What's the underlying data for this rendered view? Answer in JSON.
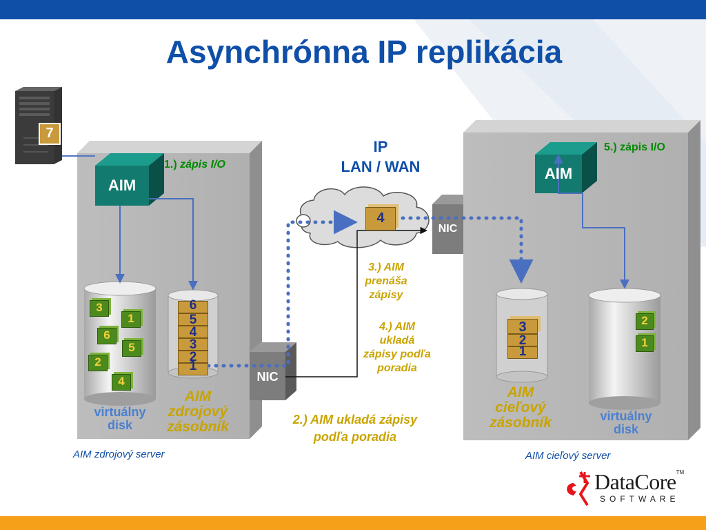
{
  "title": "Asynchrónna IP replikácia",
  "network": {
    "line1": "IP",
    "line2": "LAN / WAN"
  },
  "host": {
    "badge": "7"
  },
  "source": {
    "aim_label": "AIM",
    "step1_num": "1.)",
    "step1_text": "zápis I/O",
    "disk_blocks": [
      "3",
      "1",
      "6",
      "5",
      "2",
      "4"
    ],
    "queue_blocks": [
      "6",
      "5",
      "4",
      "3",
      "2",
      "1"
    ],
    "disk_label": [
      "virtuálny",
      "disk"
    ],
    "queue_label": [
      "AIM",
      "zdrojový",
      "zásobník"
    ],
    "nic_label": "NIC",
    "server_caption": "AIM zdrojový server"
  },
  "transfer": {
    "block": "4",
    "step2": [
      "2.) AIM ukladá zápisy",
      "podľa poradia"
    ],
    "step3": [
      "3.) AIM",
      "prenáša",
      "zápisy"
    ],
    "step4": [
      "4.) AIM",
      "ukladá",
      "zápisy podľa",
      "poradia"
    ]
  },
  "target": {
    "aim_label": "AIM",
    "step5": "5.) zápis I/O",
    "nic_label": "NIC",
    "queue_blocks": [
      "3",
      "2",
      "1"
    ],
    "disk_blocks": [
      "2",
      "1"
    ],
    "queue_label": [
      "AIM",
      "cieľový",
      "zásobník"
    ],
    "disk_label": [
      "virtuálny",
      "disk"
    ],
    "server_caption": "AIM cieľový server"
  },
  "logo": {
    "name": "DataCore",
    "tm": "TM",
    "sub": "SOFTWARE"
  },
  "colors": {
    "brand_blue": "#0f4fa8",
    "accent_orange": "#f6a01a",
    "aim_teal": "#127a6e",
    "block_green": "#4d8a1e",
    "block_gold": "#c99a3c",
    "label_gold": "#c9a400",
    "server_gray": "#b7b7b7"
  }
}
